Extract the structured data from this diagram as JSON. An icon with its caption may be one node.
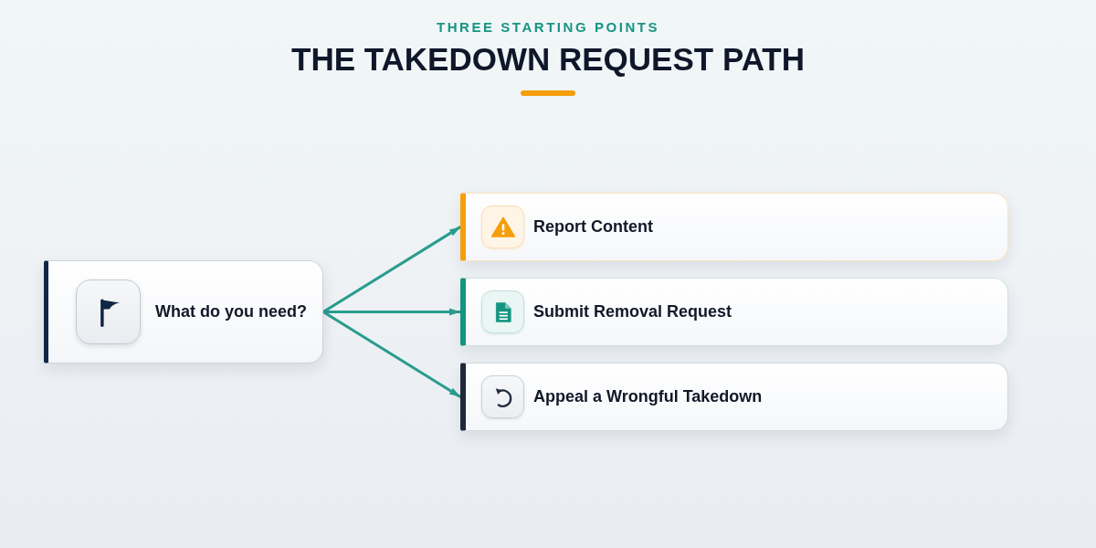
{
  "diagram": {
    "title": "THE TAKEDOWN REQUEST PATH",
    "nodes": [
      {
        "text": [
          "What do you need?"
        ]
      },
      {
        "text": [
          "Report Content"
        ]
      },
      {
        "text": [
          "Submit Removal Request"
        ]
      },
      {
        "text": [
          "Appeal a Wrongful Takedown"
        ]
      }
    ],
    "edges": [
      {
        "from": 0,
        "to": 1,
        "arrow": "to"
      },
      {
        "from": 0,
        "to": 2,
        "arrow": "to"
      },
      {
        "from": 0,
        "to": 3,
        "arrow": "to"
      }
    ],
    "labels": [
      "THREE STARTING POINTS"
    ]
  }
}
